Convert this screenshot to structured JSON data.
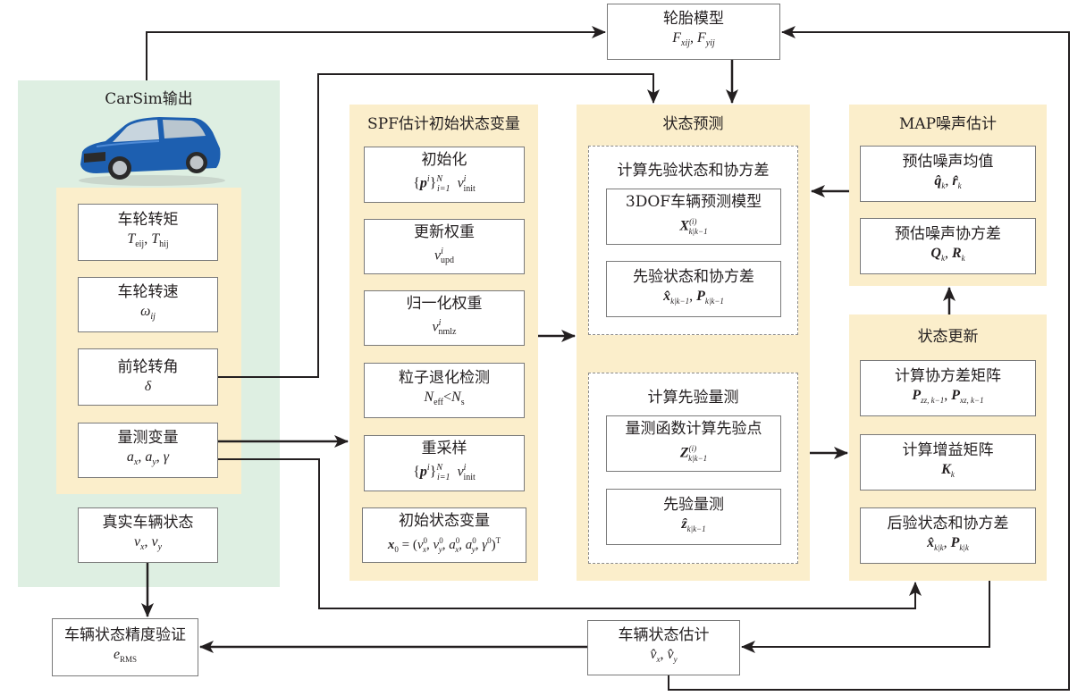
{
  "carsim": {
    "title": "CarSim输出",
    "car_icon": "blue-hatchback-car",
    "inputs": [
      {
        "label": "车轮转矩",
        "symbol": "T_eij, T_hij"
      },
      {
        "label": "车轮转速",
        "symbol": "ω_ij"
      },
      {
        "label": "前轮转角",
        "symbol": "δ"
      },
      {
        "label": "量测变量",
        "symbol": "a_x, a_y, γ"
      }
    ],
    "true_state": {
      "label": "真实车辆状态",
      "symbol": "v_x, v_y"
    }
  },
  "tire_model": {
    "label": "轮胎模型",
    "symbol": "F_xij, F_yij"
  },
  "validation": {
    "label": "车辆状态精度验证",
    "symbol": "e_RMS"
  },
  "estimate": {
    "label": "车辆状态估计",
    "symbol": "v̂_x, v̂_y"
  },
  "spf": {
    "title": "SPF估计初始状态变量",
    "steps": [
      {
        "label": "初始化",
        "symbol": "{p^i}_{i=1}^N   v^i_init"
      },
      {
        "label": "更新权重",
        "symbol": "v^i_upd"
      },
      {
        "label": "归一化权重",
        "symbol": "v^i_nmlz"
      },
      {
        "label": "粒子退化检测",
        "symbol": "N_eff<N_s"
      },
      {
        "label": "重采样",
        "symbol": "{p^i}_{i=1}^N   v^i_init"
      },
      {
        "label": "初始状态变量",
        "symbol": "x_0 = (v^0_x, v^0_y, a^0_x, a^0_y, γ^0)^T"
      }
    ]
  },
  "prediction": {
    "title": "状态预测",
    "group1": {
      "title": "计算先验状态和协方差",
      "boxes": [
        {
          "label": "3DOF车辆预测模型",
          "symbol": "X^(i)_{k|k-1}"
        },
        {
          "label": "先验状态和协方差",
          "symbol": "x̂_{k|k-1}, P_{k|k-1}"
        }
      ]
    },
    "group2": {
      "title": "计算先验量测",
      "boxes": [
        {
          "label": "量测函数计算先验点",
          "symbol": "Z^(i)_{k|k-1}"
        },
        {
          "label": "先验量测",
          "symbol": "ẑ_{k|k-1}"
        }
      ]
    }
  },
  "map": {
    "title": "MAP噪声估计",
    "boxes": [
      {
        "label": "预估噪声均值",
        "symbol": "q̂_k, r̂_k"
      },
      {
        "label": "预估噪声协方差",
        "symbol": "Q_k, R_k"
      }
    ]
  },
  "update": {
    "title": "状态更新",
    "boxes": [
      {
        "label": "计算协方差矩阵",
        "symbol": "P_{zz,k-1}, P_{xz,k-1}"
      },
      {
        "label": "计算增益矩阵",
        "symbol": "K_k"
      },
      {
        "label": "后验状态和协方差",
        "symbol": "x̂_{k|k}, P_{k|k}"
      }
    ]
  },
  "colors": {
    "green_panel": "#deefe2",
    "yellow_panel": "#fbeecb",
    "line": "#231f20",
    "car_body": "#1a5fb4"
  }
}
